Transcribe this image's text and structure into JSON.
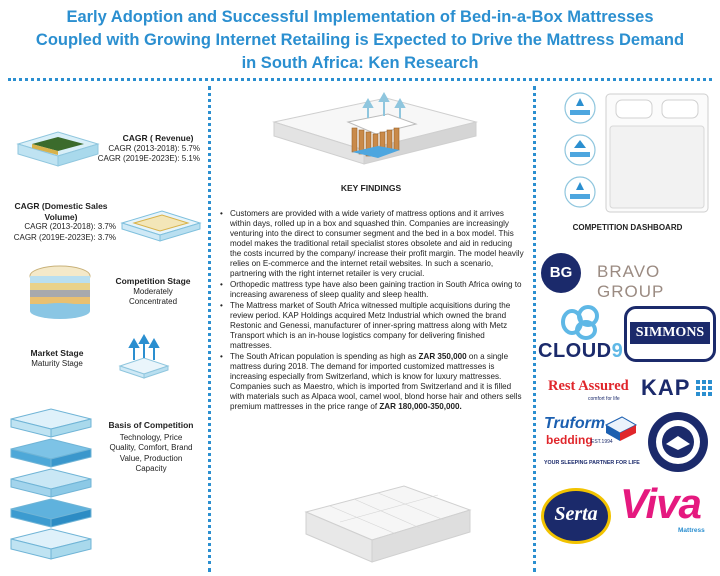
{
  "header": {
    "title_line1": "Early Adoption and Successful Implementation of Bed-in-a-Box Mattresses",
    "title_line2": "Coupled with Growing Internet Retailing is Expected to Drive the Mattress Demand",
    "title_line3": "in South Africa: Ken Research"
  },
  "left": {
    "cagr_revenue": {
      "heading": "CAGR ( Revenue)",
      "line1": "CAGR (2013-2018): 5.7%",
      "line2": "CAGR (2019E-2023E): 5.1%"
    },
    "cagr_volume": {
      "heading_line1": "CAGR (Domestic Sales",
      "heading_line2": "Volume)",
      "line1": "CAGR (2013-2018): 3.7%",
      "line2": "CAGR (2019E-2023E): 3.7%"
    },
    "competition_stage": {
      "heading": "Competition Stage",
      "line1": "Moderately",
      "line2": "Concentrated"
    },
    "market_stage": {
      "heading": "Market Stage",
      "value": "Maturity Stage"
    },
    "basis": {
      "heading": "Basis of Competition",
      "line1": "Technology, Price",
      "line2": "Quality, Comfort, Brand",
      "line3": "Value, Production",
      "line4": "Capacity"
    }
  },
  "middle": {
    "key_findings_title": "KEY FINDINGS",
    "finding1": "Customers are provided with a wide variety of mattress options and it arrives within days, rolled up in a box and squashed thin. Companies are increasingly venturing into the direct to consumer segment and the bed in a box model. This model makes the traditional retail specialist stores obsolete and aid in reducing the costs incurred by the company/ increase their profit margin. The model heavily relies on E-commerce and the internet retail websites. In such a scenario, partnering with the right internet retailer is very crucial.",
    "finding2": "Orthopedic mattress type have also been gaining traction in South Africa owing to increasing awareness of sleep quality and sleep health.",
    "finding3": "The Mattress market of South Africa witnessed multiple acquisitions during the review period. KAP Holdings acquired Metz Industrial which owned the brand Restonic and Genessi, manufacturer of inner-spring mattress along with Metz Transport which is an in-house logistics company for delivering finished mattresses.",
    "finding4_a": "The South African population is spending as high as ",
    "finding4_b": "ZAR 350,000",
    "finding4_c": " on a single mattress during 2018. The demand for imported customized mattresses is increasing especially from Switzerland, which is know for luxury mattresses. Companies such as Maestro, which is imported from Switzerland and it is filled with materials such as Alpaca wool, camel wool, blond horse hair and others sells premium mattresses in the price range of ",
    "finding4_d": "ZAR 180,000-350,000."
  },
  "right": {
    "dashboard_title": "COMPETITION DASHBOARD",
    "logos": {
      "bravo_mark": "BG",
      "bravo_text": "BRAVO GROUP",
      "cloud9": "CLOUD",
      "cloud9_num": "9",
      "simmons": "SIMMONS",
      "rest_assured": "Rest Assured",
      "rest_assured_tag": "comfort for life",
      "kap": "KAP",
      "truform": "Truform",
      "truform_sub": "bedding",
      "truform_est": "EST.1994",
      "truform_tag": "YOUR SLEEPING PARTNER FOR LIFE",
      "serta": "Serta",
      "viva": "Viva",
      "viva_sub": "Mattress"
    }
  },
  "colors": {
    "accent": "#2b8fd0",
    "red": "#e0262b",
    "navy": "#1b2a6b",
    "viva_pink": "#e5197f"
  }
}
